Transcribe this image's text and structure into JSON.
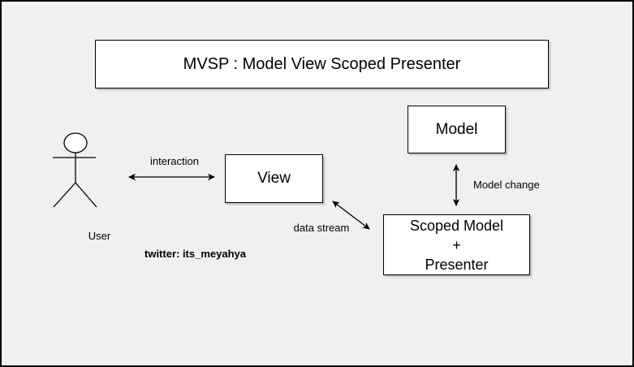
{
  "diagram": {
    "title": "MVSP : Model View Scoped Presenter",
    "nodes": {
      "model": {
        "label": "Model"
      },
      "view": {
        "label": "View"
      },
      "scoped_presenter": {
        "lines": [
          "Scoped Model",
          "+",
          "Presenter"
        ]
      }
    },
    "edges": {
      "interaction": {
        "label": "interaction",
        "type": "double-arrow"
      },
      "data_stream": {
        "label": "data stream",
        "type": "double-arrow"
      },
      "model_change": {
        "label": "Model change",
        "type": "double-arrow"
      }
    },
    "actor": {
      "label": "User"
    },
    "credit": {
      "label": "twitter: its_meyahya"
    },
    "colors": {
      "background": "#f0f0f1",
      "frame": "#000000",
      "node_fill": "#ffffff",
      "node_stroke": "#000000",
      "arrow": "#000000"
    }
  }
}
